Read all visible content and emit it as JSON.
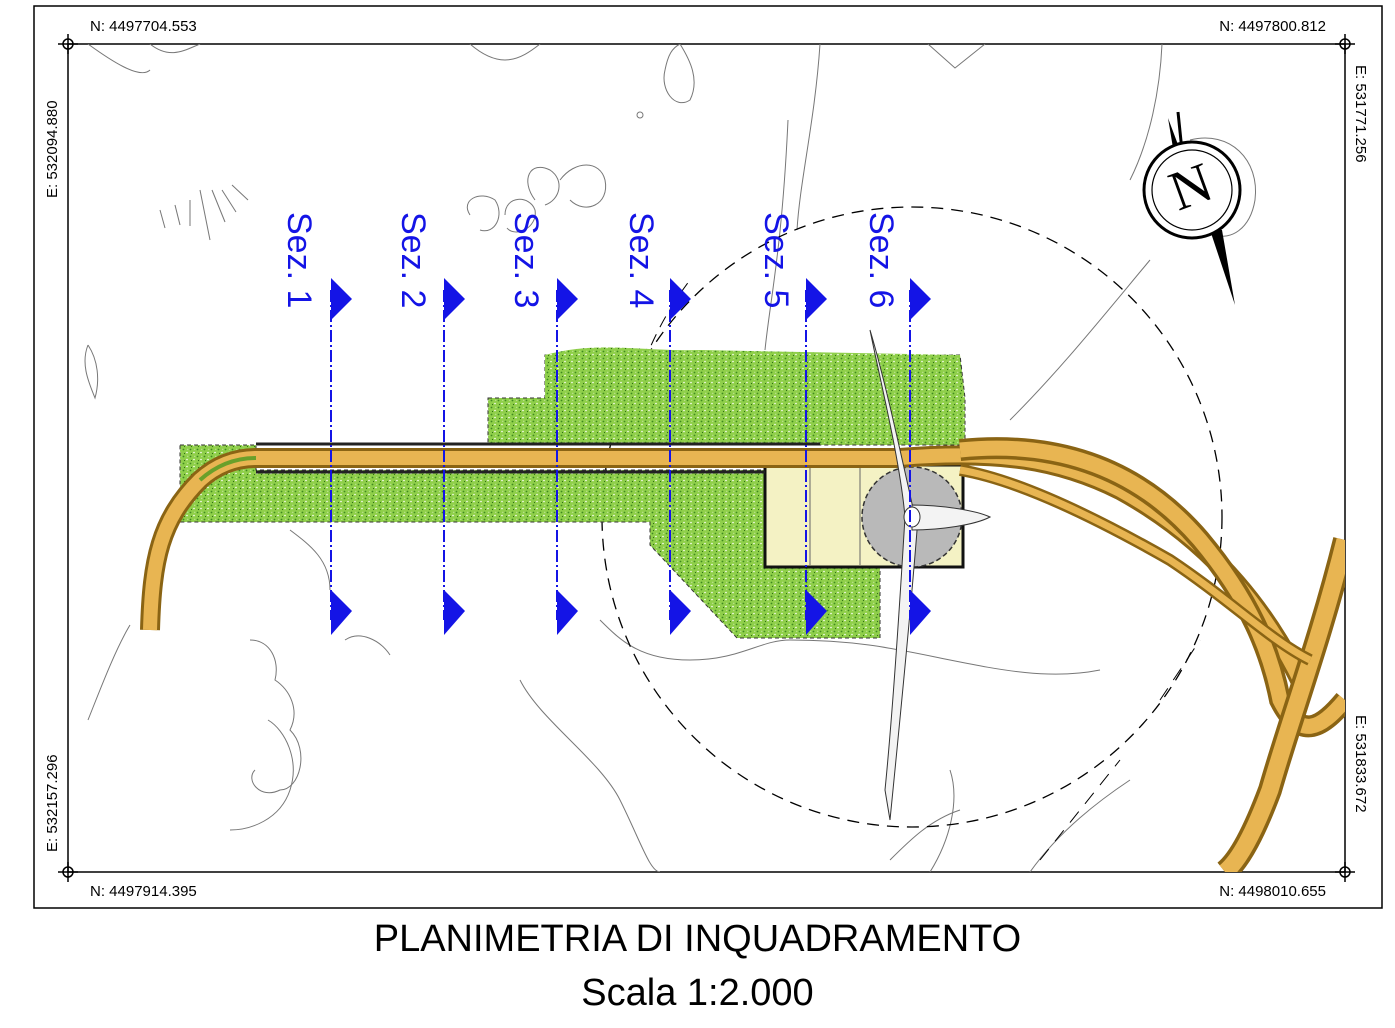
{
  "frame": {
    "corners": {
      "top_left_n": "N: 4497704.553",
      "top_right_n": "N: 4497800.812",
      "bottom_left_n": "N: 4497914.395",
      "bottom_right_n": "N: 4498010.655",
      "left_top_e": "E: 532094.880",
      "left_bottom_e": "E: 532157.296",
      "right_top_e": "E: 531771.256",
      "right_bottom_e": "E: 531833.672"
    }
  },
  "sections": [
    {
      "label": "Sez. 1"
    },
    {
      "label": "Sez. 2"
    },
    {
      "label": "Sez. 3"
    },
    {
      "label": "Sez. 4"
    },
    {
      "label": "Sez. 5"
    },
    {
      "label": "Sez. 6"
    }
  ],
  "north_arrow": {
    "letter": "N",
    "icon": "north-arrow-icon"
  },
  "colors": {
    "section_blue": "#1414e6",
    "vegetation_green": "#7cbf3a",
    "road_ochre": "#e8b552",
    "road_dark": "#8a6414",
    "platform_yellow": "#f4f2c4",
    "hub_grey": "#b9b9b9"
  },
  "caption": {
    "title": "PLANIMETRIA DI INQUADRAMENTO",
    "scale": "Scala 1:2.000"
  }
}
